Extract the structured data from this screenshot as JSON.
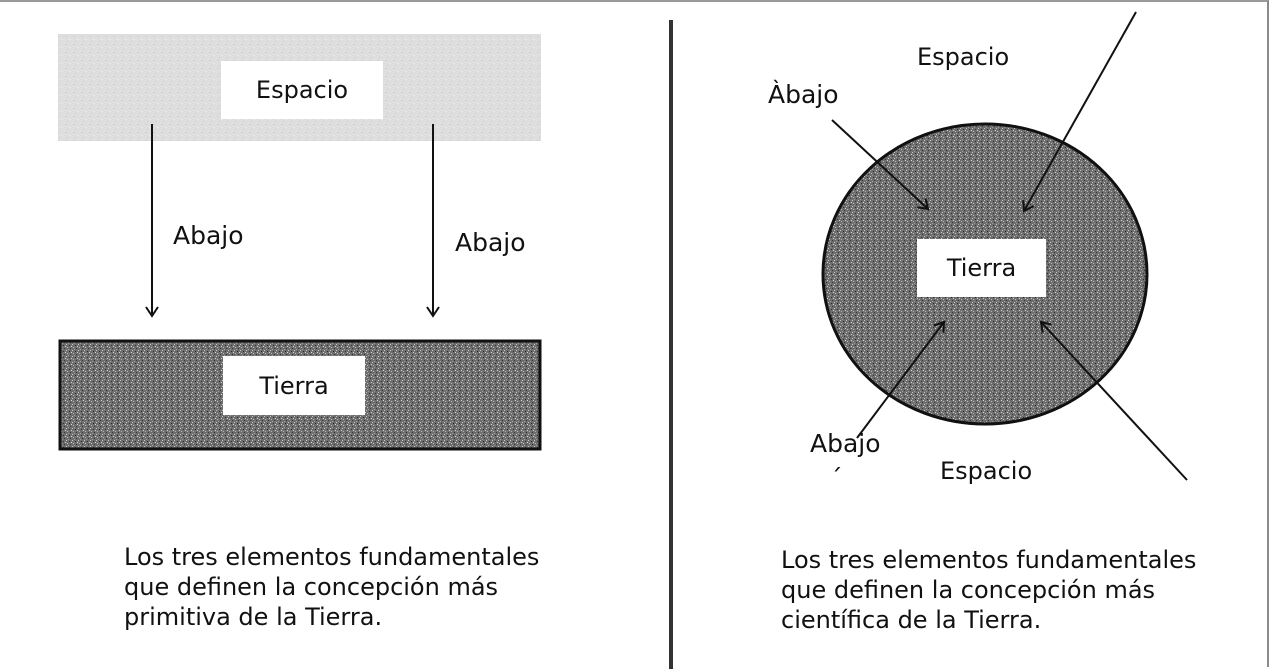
{
  "left_panel": {
    "space_label": "Espacio",
    "earth_label": "Tierra",
    "down_label_1": "Abajo",
    "down_label_2": "Abajo",
    "caption": "Los tres elementos fundamentales\nque definen la concepción más\nprimitiva de la Tierra."
  },
  "right_panel": {
    "space_label_top": "Espacio",
    "space_label_bottom": "Espacio",
    "earth_label": "Tierra",
    "down_label_top": "Àbajo",
    "down_label_bottom": "Abajo",
    "stray_accent": "´",
    "caption": "Los tres elementos fundamentales\nque definen la concepción más\ncientífica de la Tierra."
  },
  "colors": {
    "earth_fill": "#6e6e6e",
    "space_band": "#dcdcdc",
    "stroke": "#111111",
    "divider": "#333333"
  }
}
